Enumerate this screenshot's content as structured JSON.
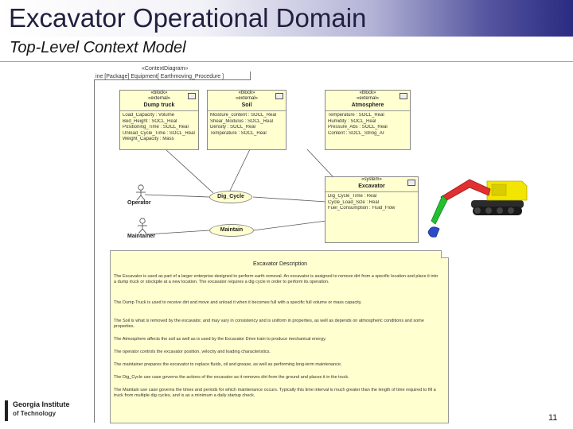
{
  "slide": {
    "title": "Excavator Operational Domain",
    "subtitle": "Top-Level Context Model",
    "page_number": "11"
  },
  "colors": {
    "block_fill": "#ffffd0",
    "title_gradient_end": "#2a2a80",
    "excavator_yellow": "#f2e600",
    "excavator_red": "#e03030",
    "excavator_green": "#22c030",
    "excavator_blue": "#2a4cc8"
  },
  "diagram": {
    "frame_stereotype": "«ContextDiagram»",
    "frame_title": "ine [Package] Equipment[ Earthmoving_Procedure ]",
    "blocks": {
      "dump_truck": {
        "stereotype1": "«block»",
        "stereotype2": "«external»",
        "name": "Dump truck",
        "attrs": [
          "Load_Capacity : Volume",
          "Bed_Height : SOCL_Real",
          "Positioning_Time : SOCL_Real",
          "Unload_Cycle_Time : SOCL_Real",
          "Weight_Capacity : Mass"
        ]
      },
      "soil": {
        "stereotype1": "«block»",
        "stereotype2": "«external»",
        "name": "Soil",
        "attrs": [
          "Moisture_content : SOCL_Real",
          "Shear_Modulus : SOCL_Real",
          "Density : SOCL_Real",
          "Temperature : SOCL_Real"
        ]
      },
      "atmosphere": {
        "stereotype1": "«block»",
        "stereotype2": "«external»",
        "name": "Atmosphere",
        "attrs": [
          "Temperature : SOCL_Real",
          "Humidity : SOCL_Real",
          "Pressure_Abs : SOCL_Real",
          "Content : SOCL_String_Ar"
        ]
      },
      "excavator": {
        "stereotype1": "«system»",
        "name": "Excavator",
        "attrs": [
          "Dig_Cycle_Time : Real",
          "Cycle_Load_Size : Real",
          "Fuel_Consumption : Fluid_Flow"
        ]
      }
    },
    "actors": {
      "operator": "Operator",
      "maintainer": "Maintainer"
    },
    "use_cases": {
      "dig_cycle": "Dig_Cycle",
      "maintain": "Maintain"
    },
    "note": {
      "title": "Excavator Description",
      "paragraphs": [
        "The Excavator is used as part of a larger enterprise designed to perform earth removal. An excavator is assigned to remove dirt from a specific location and place it into a dump truck or stockpile at a new location. The excavator requires a dig cycle in order to perform its operation.",
        "The Dump Truck is used to receive dirt and move and unload it when it becomes full with a specific full volume or mass capacity.",
        "The Soil is what is removed by the excavator, and may vary in consistency and is uniform in properties, as well as depends on atmospheric conditions and some properties.",
        "The Atmosphere affects the soil as well as is used by the Excavator Drive train to produce mechanical energy.",
        "The operator controls the excavator position, velocity and loading characteristics.",
        "The maintainer prepares the excavator to replace fluids, oil and grease, as well as performing long-term maintenance.",
        "The Dig_Cycle use case governs the actions of the excavator as it removes dirt from the ground and places it in the truck.",
        "The Maintain use case governs the times and periods for which maintenance occurs. Typically this time interval is much greater than the length of time required to fill a truck from multiple dig cycles, and is as a minimum a daily startup check."
      ]
    }
  },
  "logo": {
    "line1": "Georgia Institute",
    "line2": "of Technology"
  }
}
